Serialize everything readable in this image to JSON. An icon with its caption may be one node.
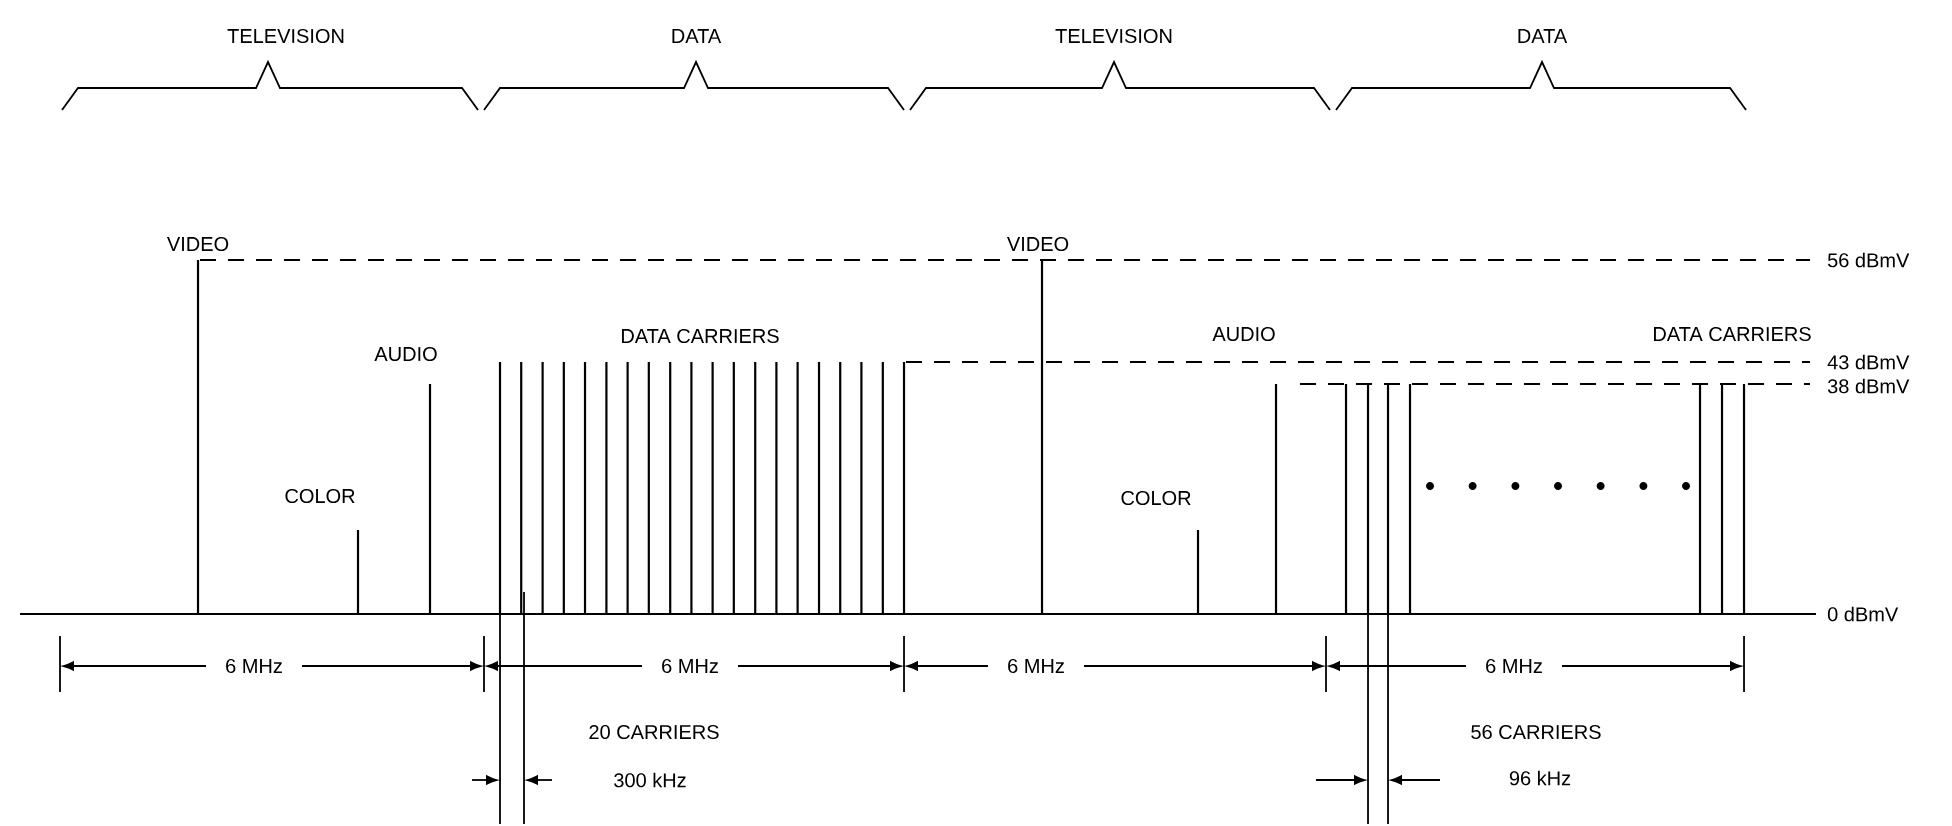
{
  "diagram": {
    "labels": [
      "TELEVISION",
      "DATA",
      "TELEVISION",
      "DATA",
      "VIDEO",
      "VIDEO",
      "56 dBmV",
      "AUDIO",
      "DATA CARRIERS",
      "AUDIO",
      "DATA CARRIERS",
      "43 dBmV",
      "38 dBmV",
      "COLOR",
      "COLOR",
      "0 dBmV",
      "6 MHz",
      "6 MHz",
      "6 MHz",
      "6 MHz",
      "20 CARRIERS",
      "56 CARRIERS",
      "300 kHz",
      "96 kHz"
    ]
  }
}
